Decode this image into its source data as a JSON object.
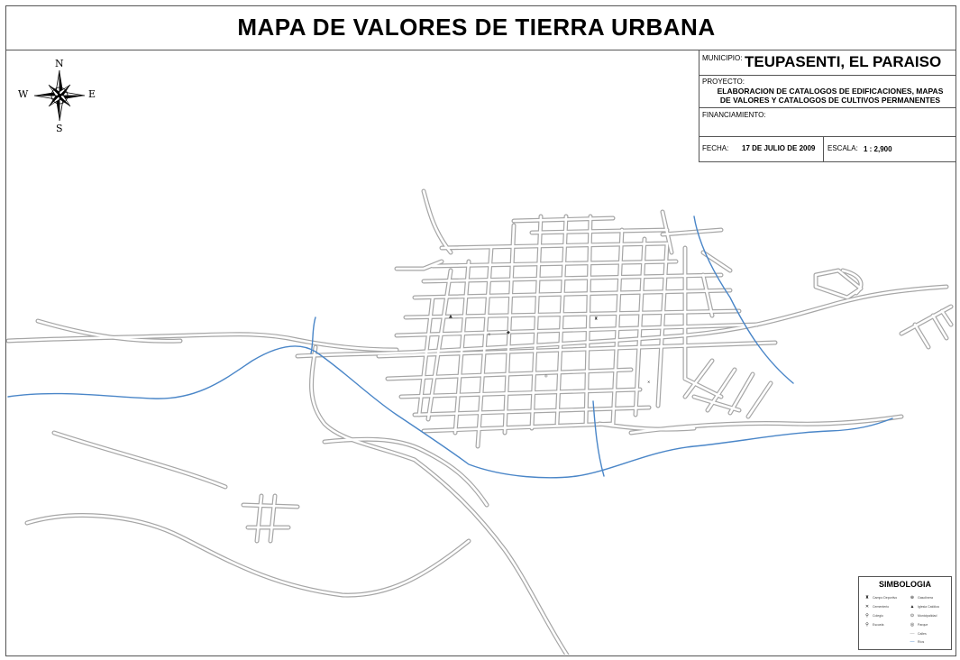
{
  "title": "MAPA DE VALORES DE TIERRA URBANA",
  "info": {
    "municipio_label": "MUNICIPIO:",
    "municipio_value": "TEUPASENTI, EL PARAISO",
    "proyecto_label": "PROYECTO:",
    "proyecto_line1": "ELABORACION DE CATALOGOS DE EDIFICACIONES, MAPAS",
    "proyecto_line2": "DE VALORES Y CATALOGOS DE CULTIVOS PERMANENTES",
    "financiamiento_label": "FINANCIAMIENTO:",
    "fecha_label": "FECHA:",
    "fecha_value": "17 DE JULIO DE 2009",
    "escala_label": "ESCALA:",
    "escala_value": "1 : 2,900"
  },
  "compass": {
    "n": "N",
    "s": "S",
    "e": "E",
    "w": "W"
  },
  "legend": {
    "title": "SIMBOLOGIA",
    "items": [
      {
        "symbol": "♜",
        "label": "Campo Deportivo"
      },
      {
        "symbol": "✕",
        "label": "Cementerio"
      },
      {
        "symbol": "⚲",
        "label": "Colegio"
      },
      {
        "symbol": "⚲",
        "label": "Escuela"
      },
      {
        "symbol": "⊕",
        "label": "Gasolinera"
      },
      {
        "symbol": "▲",
        "label": "Iglesia Católica"
      },
      {
        "symbol": "⊙",
        "label": "Municipalidad"
      },
      {
        "symbol": "◎",
        "label": "Parque"
      },
      {
        "symbol": "—",
        "label": "Calles"
      },
      {
        "symbol": "—",
        "label": "Ríos"
      }
    ]
  },
  "colors": {
    "river": "#4a86c8",
    "street": "#9a9a9a",
    "border": "#555555"
  }
}
